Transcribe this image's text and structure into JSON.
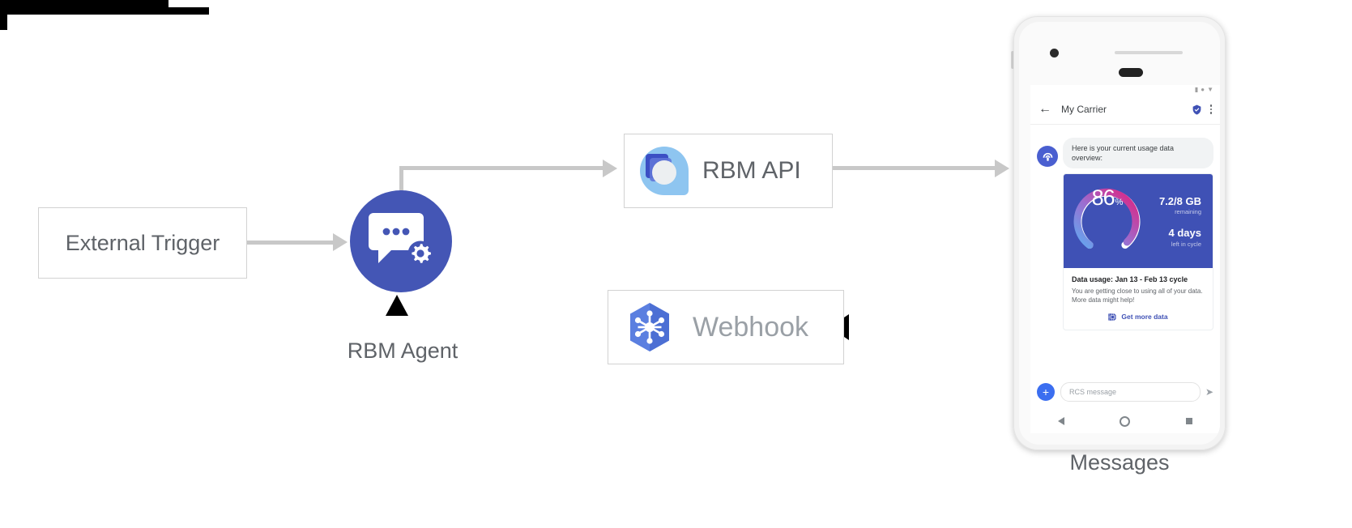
{
  "diagram": {
    "title": "RBM Agent architecture flow",
    "colors": {
      "agent_blue": "#4456b5",
      "edge_grey": "#c8c8c8",
      "edge_black": "#000000",
      "text_grey": "#5f6368",
      "card_indigo": "#3f51b5",
      "link_blue": "#3f51b5"
    },
    "nodes": {
      "external_trigger": {
        "label": "External Trigger"
      },
      "rbm_agent": {
        "label": "RBM Agent",
        "icon": "chat-gear-icon"
      },
      "rbm_api": {
        "label": "RBM API",
        "icon": "rbm-droplet-icon"
      },
      "webhook": {
        "label": "Webhook",
        "icon": "hexagon-nodes-icon"
      },
      "messages": {
        "label": "Messages"
      }
    },
    "edges": [
      {
        "from": "External Trigger",
        "to": "RBM Agent",
        "style": "grey"
      },
      {
        "from": "RBM Agent",
        "to": "RBM API",
        "style": "grey"
      },
      {
        "from": "RBM API",
        "to": "Messages",
        "style": "grey"
      },
      {
        "from": "Messages",
        "to": "Webhook",
        "style": "black"
      },
      {
        "from": "Webhook",
        "to": "RBM Agent",
        "style": "black"
      }
    ]
  },
  "phone": {
    "statusbar": {
      "icons": [
        "signal-icon",
        "wifi-icon",
        "battery-icon"
      ]
    },
    "appbar": {
      "back_icon": "arrow-left-icon",
      "title": "My Carrier",
      "verified_icon": "verified-badge-icon",
      "overflow_icon": "more-vertical-icon"
    },
    "conversation": {
      "avatar_icon": "carrier-signal-icon",
      "bubble_text": "Here is your current usage data overview:",
      "card": {
        "gauge": {
          "value": "86",
          "symbol": "%"
        },
        "data_amount": "7.2/8 GB",
        "data_amount_sub": "remaining",
        "days_left": "4 days",
        "days_left_sub": "left in cycle",
        "title": "Data usage: Jan 13 - Feb 13 cycle",
        "description": "You are getting close to using all of your data. More data might help!",
        "action_icon": "globe-icon",
        "action_label": "Get more data"
      }
    },
    "composer": {
      "plus_icon": "plus-icon",
      "placeholder": "RCS message",
      "send_icon": "send-icon"
    },
    "navbar": {
      "back": "nav-back-icon",
      "home": "nav-home-icon",
      "recent": "nav-recent-icon"
    }
  }
}
